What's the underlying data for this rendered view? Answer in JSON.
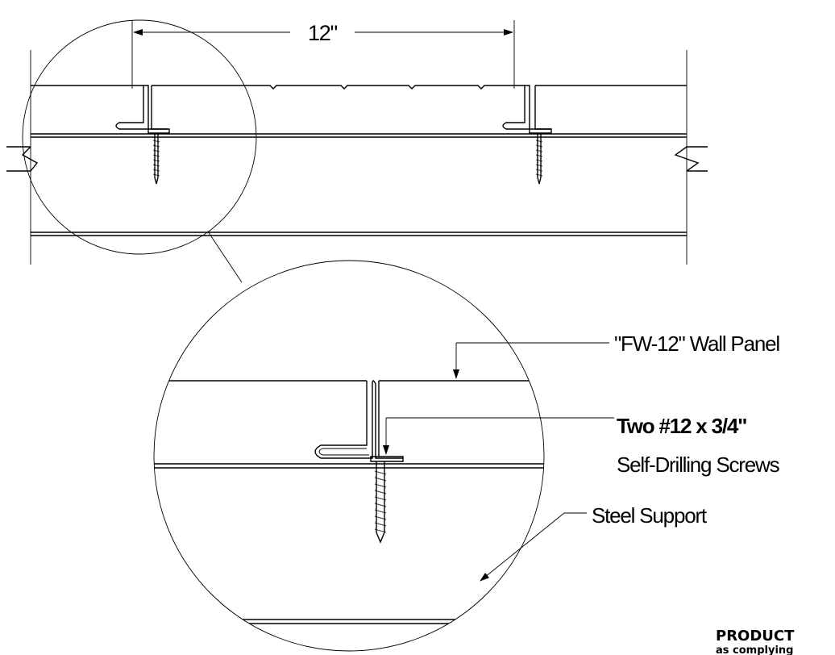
{
  "dimension": {
    "spacing_label": "12\""
  },
  "callouts": {
    "wall_panel": "\"FW-12\"  Wall Panel",
    "screws_line1": "Two #12 x 3/4\"",
    "screws_line2": "Self-Drilling Screws",
    "steel_support": "Steel Support"
  },
  "stamp": {
    "line1": "PRODUCT",
    "line2": "as complying"
  }
}
